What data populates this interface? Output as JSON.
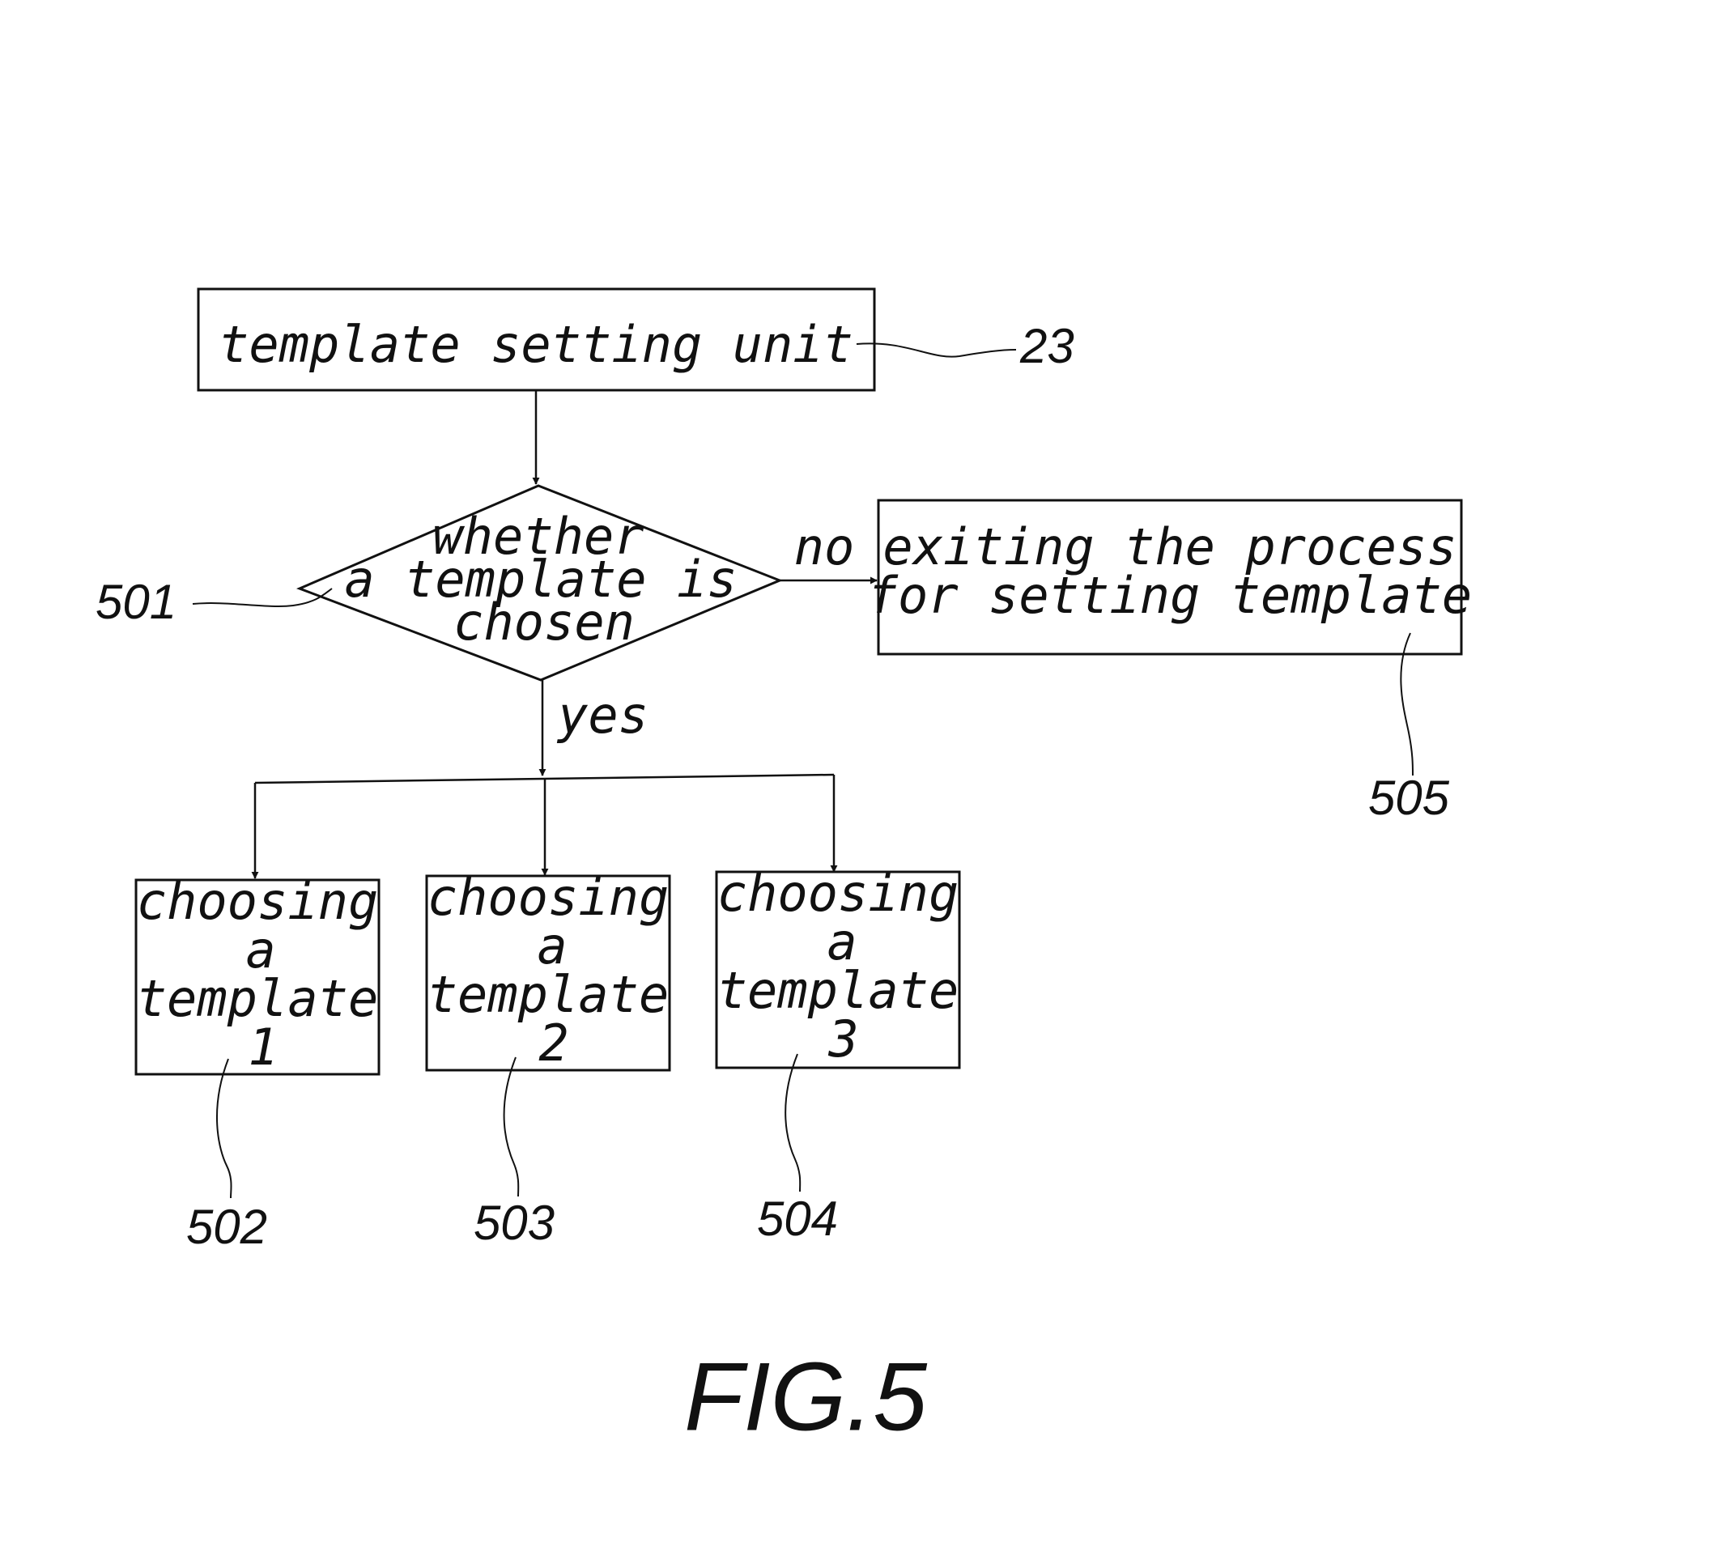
{
  "figure_label": "FIG.5",
  "nodes": {
    "setting_unit": {
      "text": "template setting unit",
      "ref": "23"
    },
    "decision": {
      "lines": [
        "whether",
        "a template is",
        "chosen"
      ],
      "ref": "501"
    },
    "exit": {
      "lines": [
        "exiting the process",
        "for setting template"
      ],
      "ref": "505"
    },
    "choice1": {
      "lines": [
        "choosing",
        "a",
        "template",
        "1"
      ],
      "ref": "502"
    },
    "choice2": {
      "lines": [
        "choosing",
        "a",
        "template",
        "2"
      ],
      "ref": "503"
    },
    "choice3": {
      "lines": [
        "choosing",
        "a",
        "template",
        "3"
      ],
      "ref": "504"
    }
  },
  "edge_labels": {
    "no": "no",
    "yes": "yes"
  }
}
